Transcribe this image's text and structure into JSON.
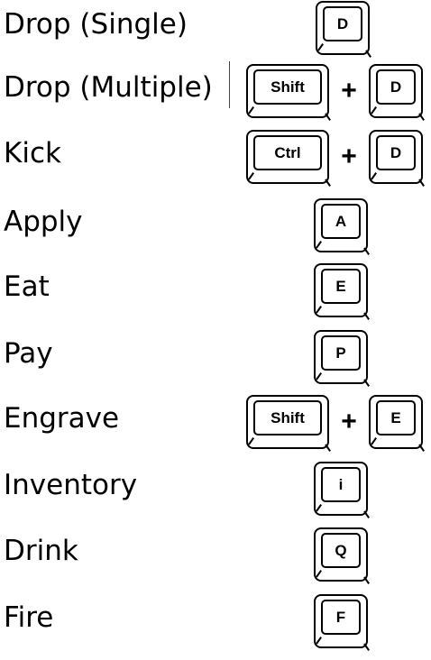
{
  "bindings": [
    {
      "action": "Drop (Single)",
      "keys": [
        "D"
      ]
    },
    {
      "action": "Drop (Multiple)",
      "keys": [
        "Shift",
        "D"
      ]
    },
    {
      "action": "Kick",
      "keys": [
        "Ctrl",
        "D"
      ]
    },
    {
      "action": "Apply",
      "keys": [
        "A"
      ]
    },
    {
      "action": "Eat",
      "keys": [
        "E"
      ]
    },
    {
      "action": "Pay",
      "keys": [
        "P"
      ]
    },
    {
      "action": "Engrave",
      "keys": [
        "Shift",
        "E"
      ]
    },
    {
      "action": "Inventory",
      "keys": [
        "i"
      ]
    },
    {
      "action": "Drink",
      "keys": [
        "Q"
      ]
    },
    {
      "action": "Fire",
      "keys": [
        "F"
      ]
    }
  ],
  "separator": "+"
}
